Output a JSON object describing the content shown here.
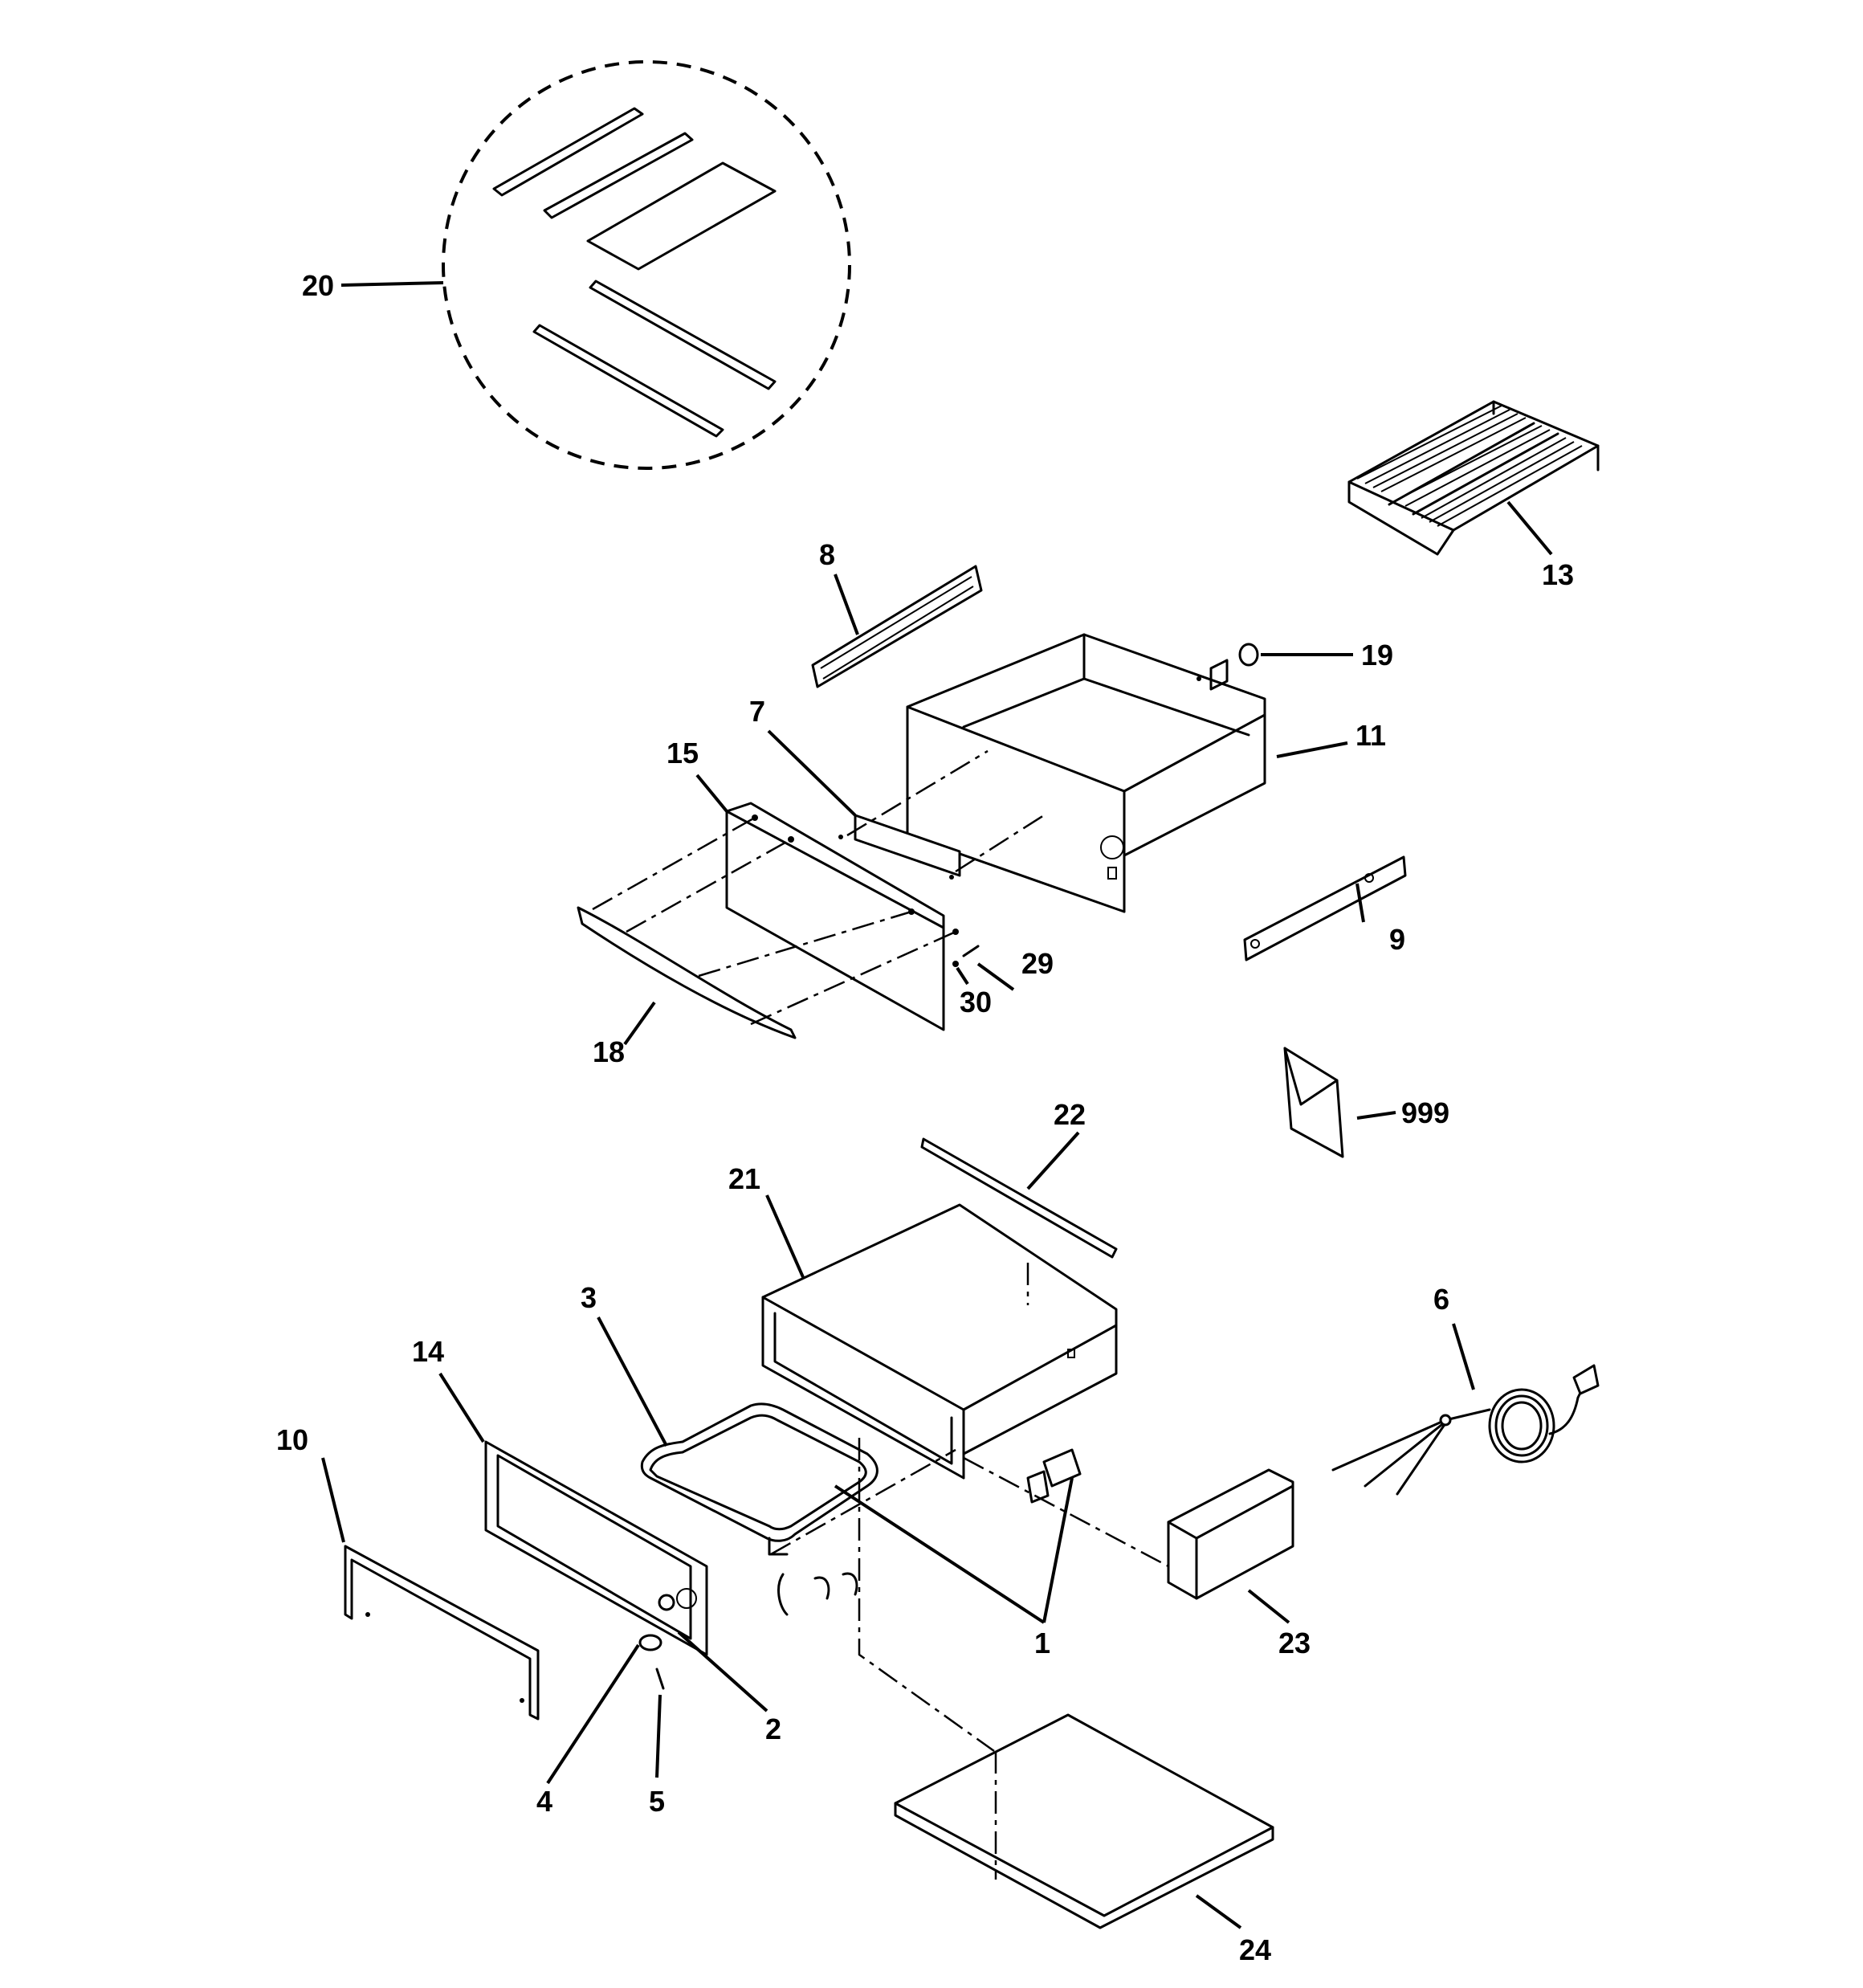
{
  "callouts": [
    {
      "id": "20"
    },
    {
      "id": "13"
    },
    {
      "id": "8"
    },
    {
      "id": "19"
    },
    {
      "id": "11"
    },
    {
      "id": "7"
    },
    {
      "id": "15"
    },
    {
      "id": "9"
    },
    {
      "id": "29"
    },
    {
      "id": "30"
    },
    {
      "id": "18"
    },
    {
      "id": "999"
    },
    {
      "id": "22"
    },
    {
      "id": "21"
    },
    {
      "id": "6"
    },
    {
      "id": "3"
    },
    {
      "id": "14"
    },
    {
      "id": "10"
    },
    {
      "id": "1"
    },
    {
      "id": "23"
    },
    {
      "id": "2"
    },
    {
      "id": "4"
    },
    {
      "id": "5"
    },
    {
      "id": "24"
    }
  ]
}
